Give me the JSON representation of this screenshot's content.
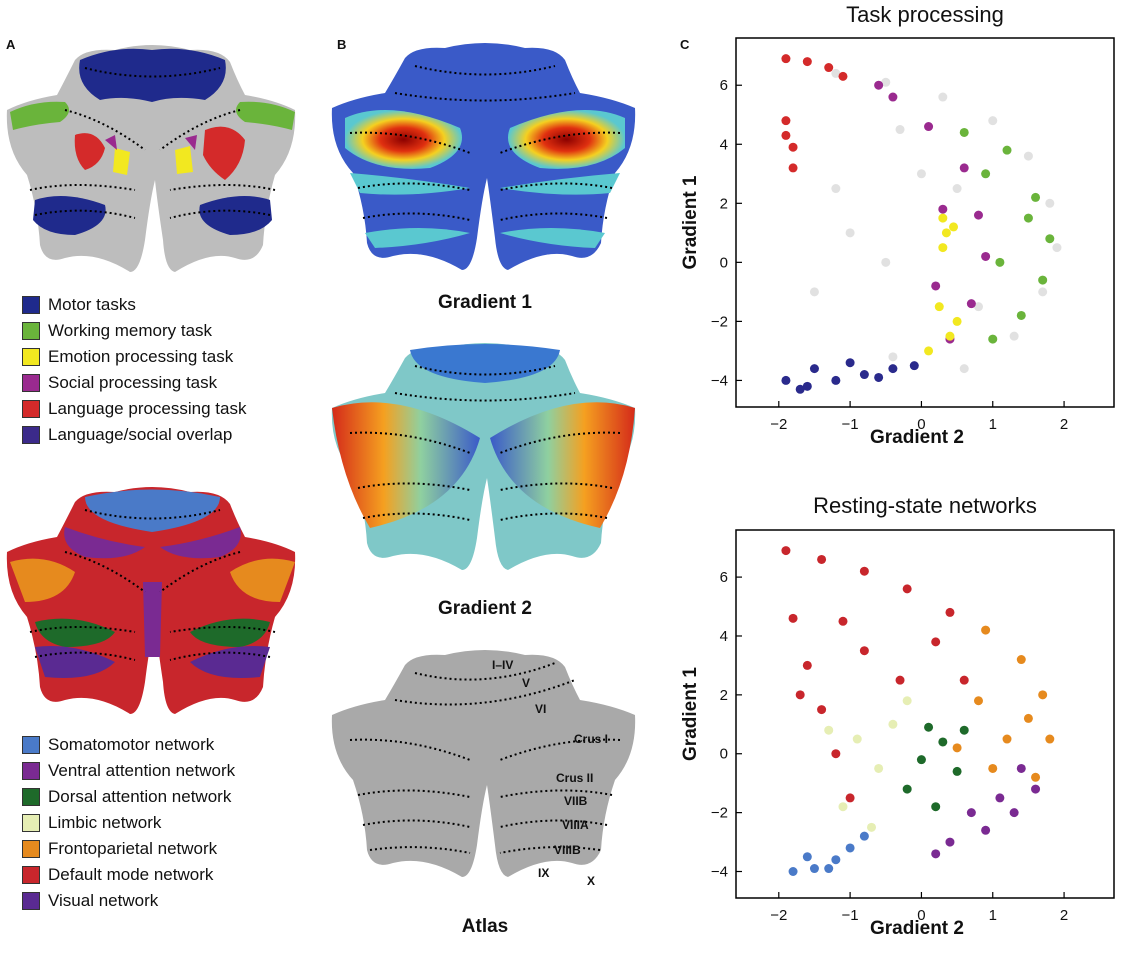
{
  "panels": {
    "a": "A",
    "b": "B",
    "c": "C"
  },
  "legend_tasks": [
    {
      "label": "Motor tasks",
      "color": "#1f2a8c"
    },
    {
      "label": "Working memory task",
      "color": "#6ab43b"
    },
    {
      "label": "Emotion processing task",
      "color": "#f2e820"
    },
    {
      "label": "Social processing task",
      "color": "#9a2a8f"
    },
    {
      "label": "Language processing task",
      "color": "#d42a2a"
    },
    {
      "label": "Language/social overlap",
      "color": "#3b2a8a"
    }
  ],
  "legend_networks": [
    {
      "label": "Somatomotor network",
      "color": "#4a7ac8"
    },
    {
      "label": "Ventral attention network",
      "color": "#7a2a92"
    },
    {
      "label": "Dorsal attention network",
      "color": "#1e6a2a"
    },
    {
      "label": "Limbic network",
      "color": "#e6eeb4"
    },
    {
      "label": "Frontoparietal network",
      "color": "#e68a1e"
    },
    {
      "label": "Default mode network",
      "color": "#c8262c"
    },
    {
      "label": "Visual network",
      "color": "#5a2a92"
    }
  ],
  "captions": {
    "gradient1": "Gradient 1",
    "gradient2": "Gradient 2",
    "atlas": "Atlas"
  },
  "atlas_labels": [
    "I–IV",
    "V",
    "VI",
    "Crus I",
    "Crus II",
    "VIIB",
    "VIIIA",
    "VIIIB",
    "IX",
    "X"
  ],
  "chart_data": [
    {
      "type": "scatter",
      "title": "Task processing",
      "xlabel": "Gradient 2",
      "ylabel": "Gradient 1",
      "xlim": [
        -2.6,
        2.7
      ],
      "ylim": [
        -4.9,
        7.6
      ],
      "xticks": [
        "−2",
        "−1",
        "0",
        "1",
        "2"
      ],
      "xtick_values": [
        -2,
        -1,
        0,
        1,
        2
      ],
      "yticks": [
        "6",
        "4",
        "2",
        "0",
        "−2",
        "−4"
      ],
      "ytick_values": [
        6,
        4,
        2,
        0,
        -2,
        -4
      ],
      "series": [
        {
          "color": "#888888",
          "opacity": 0.25,
          "points": [
            [
              -1.9,
              6.9
            ],
            [
              -1.2,
              6.4
            ],
            [
              -0.5,
              6.1
            ],
            [
              0.3,
              5.6
            ],
            [
              1.0,
              4.8
            ],
            [
              1.5,
              3.6
            ],
            [
              1.8,
              2.0
            ],
            [
              1.9,
              0.5
            ],
            [
              1.7,
              -1.0
            ],
            [
              1.3,
              -2.5
            ],
            [
              0.6,
              -3.6
            ],
            [
              -0.4,
              -3.2
            ],
            [
              -1.0,
              1.0
            ],
            [
              -0.5,
              0.0
            ],
            [
              0.0,
              3.0
            ],
            [
              -1.5,
              -1.0
            ],
            [
              -0.3,
              4.5
            ],
            [
              0.5,
              2.5
            ],
            [
              0.8,
              -1.5
            ],
            [
              -1.2,
              2.5
            ]
          ]
        },
        {
          "color": "#6ab43b",
          "opacity": 1,
          "points": [
            [
              0.6,
              4.4
            ],
            [
              1.2,
              3.8
            ],
            [
              1.6,
              2.2
            ],
            [
              1.8,
              0.8
            ],
            [
              1.7,
              -0.6
            ],
            [
              1.4,
              -1.8
            ],
            [
              1.0,
              -2.6
            ],
            [
              1.5,
              1.5
            ],
            [
              1.1,
              0.0
            ],
            [
              0.9,
              3.0
            ]
          ]
        },
        {
          "color": "#9a2a8f",
          "opacity": 1,
          "points": [
            [
              -0.4,
              5.6
            ],
            [
              0.1,
              4.6
            ],
            [
              0.6,
              3.2
            ],
            [
              0.8,
              1.6
            ],
            [
              0.9,
              0.2
            ],
            [
              0.7,
              -1.4
            ],
            [
              0.4,
              -2.6
            ],
            [
              -0.6,
              6.0
            ],
            [
              0.3,
              1.8
            ],
            [
              0.2,
              -0.8
            ]
          ]
        },
        {
          "color": "#f2e820",
          "opacity": 1,
          "points": [
            [
              0.3,
              1.5
            ],
            [
              0.35,
              1.0
            ],
            [
              0.3,
              0.5
            ],
            [
              0.25,
              -1.5
            ],
            [
              0.4,
              -2.5
            ],
            [
              0.1,
              -3.0
            ],
            [
              0.5,
              -2.0
            ],
            [
              0.45,
              1.2
            ]
          ]
        },
        {
          "color": "#d42a2a",
          "opacity": 1,
          "points": [
            [
              -1.9,
              6.9
            ],
            [
              -1.6,
              6.8
            ],
            [
              -1.3,
              6.6
            ],
            [
              -1.1,
              6.3
            ],
            [
              -1.9,
              4.8
            ],
            [
              -1.8,
              3.9
            ],
            [
              -1.8,
              3.2
            ],
            [
              -1.9,
              4.3
            ]
          ]
        },
        {
          "color": "#2a2a8c",
          "opacity": 1,
          "points": [
            [
              -1.9,
              -4.0
            ],
            [
              -1.6,
              -4.2
            ],
            [
              -1.2,
              -4.0
            ],
            [
              -0.8,
              -3.8
            ],
            [
              -0.4,
              -3.6
            ],
            [
              -0.1,
              -3.5
            ],
            [
              -1.5,
              -3.6
            ],
            [
              -1.0,
              -3.4
            ],
            [
              -0.6,
              -3.9
            ],
            [
              -1.7,
              -4.3
            ]
          ]
        }
      ]
    },
    {
      "type": "scatter",
      "title": "Resting-state networks",
      "xlabel": "Gradient 2",
      "ylabel": "Gradient 1",
      "xlim": [
        -2.6,
        2.7
      ],
      "ylim": [
        -4.9,
        7.6
      ],
      "xticks": [
        "−2",
        "−1",
        "0",
        "1",
        "2"
      ],
      "xtick_values": [
        -2,
        -1,
        0,
        1,
        2
      ],
      "yticks": [
        "6",
        "4",
        "2",
        "0",
        "−2",
        "−4"
      ],
      "ytick_values": [
        6,
        4,
        2,
        0,
        -2,
        -4
      ],
      "series": [
        {
          "color": "#c8262c",
          "opacity": 1,
          "points": [
            [
              -1.9,
              6.9
            ],
            [
              -1.4,
              6.6
            ],
            [
              -0.8,
              6.2
            ],
            [
              -0.2,
              5.6
            ],
            [
              0.4,
              4.8
            ],
            [
              -1.8,
              4.6
            ],
            [
              -1.6,
              3.0
            ],
            [
              -1.4,
              1.5
            ],
            [
              -1.2,
              0.0
            ],
            [
              -1.0,
              -1.5
            ],
            [
              -0.8,
              3.5
            ],
            [
              -0.3,
              2.5
            ],
            [
              0.2,
              3.8
            ],
            [
              -1.7,
              2.0
            ],
            [
              -1.1,
              4.5
            ],
            [
              0.6,
              2.5
            ]
          ]
        },
        {
          "color": "#e68a1e",
          "opacity": 1,
          "points": [
            [
              0.9,
              4.2
            ],
            [
              1.4,
              3.2
            ],
            [
              1.7,
              2.0
            ],
            [
              1.8,
              0.5
            ],
            [
              1.6,
              -0.8
            ],
            [
              1.2,
              0.5
            ],
            [
              0.8,
              1.8
            ],
            [
              0.5,
              0.2
            ],
            [
              1.0,
              -0.5
            ],
            [
              1.5,
              1.2
            ]
          ]
        },
        {
          "color": "#7a2a92",
          "opacity": 1,
          "points": [
            [
              0.4,
              -3.0
            ],
            [
              0.9,
              -2.6
            ],
            [
              1.3,
              -2.0
            ],
            [
              1.6,
              -1.2
            ],
            [
              0.7,
              -2.0
            ],
            [
              1.1,
              -1.5
            ],
            [
              0.2,
              -3.4
            ],
            [
              1.4,
              -0.5
            ]
          ]
        },
        {
          "color": "#1e6a2a",
          "opacity": 1,
          "points": [
            [
              0.0,
              -0.2
            ],
            [
              0.3,
              0.4
            ],
            [
              0.5,
              -0.6
            ],
            [
              -0.2,
              -1.2
            ],
            [
              0.2,
              -1.8
            ],
            [
              0.6,
              0.8
            ],
            [
              0.1,
              0.9
            ]
          ]
        },
        {
          "color": "#e6eeb4",
          "opacity": 1,
          "points": [
            [
              -0.9,
              0.5
            ],
            [
              -0.6,
              -0.5
            ],
            [
              -0.4,
              1.0
            ],
            [
              -1.1,
              -1.8
            ],
            [
              -0.7,
              -2.5
            ],
            [
              -0.2,
              1.8
            ],
            [
              -1.3,
              0.8
            ]
          ]
        },
        {
          "color": "#4a7ac8",
          "opacity": 1,
          "points": [
            [
              -1.8,
              -4.0
            ],
            [
              -1.5,
              -3.9
            ],
            [
              -1.2,
              -3.6
            ],
            [
              -1.0,
              -3.2
            ],
            [
              -0.8,
              -2.8
            ],
            [
              -1.6,
              -3.5
            ],
            [
              -1.3,
              -3.9
            ]
          ]
        }
      ]
    }
  ]
}
